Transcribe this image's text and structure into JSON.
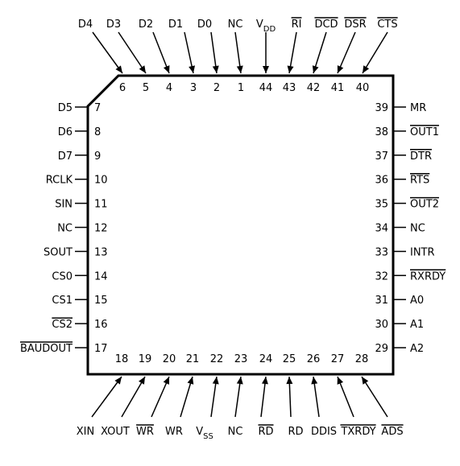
{
  "colors": {
    "line": "#000000",
    "background": "#ffffff"
  },
  "top_pins": [
    {
      "num": "6",
      "name": "D4",
      "overbar": false
    },
    {
      "num": "5",
      "name": "D3",
      "overbar": false
    },
    {
      "num": "4",
      "name": "D2",
      "overbar": false
    },
    {
      "num": "3",
      "name": "D1",
      "overbar": false
    },
    {
      "num": "2",
      "name": "D0",
      "overbar": false
    },
    {
      "num": "1",
      "name": "NC",
      "overbar": false
    },
    {
      "num": "44",
      "name": "V",
      "sub": "DD",
      "overbar": false
    },
    {
      "num": "43",
      "name": "RI",
      "overbar": true
    },
    {
      "num": "42",
      "name": "DCD",
      "overbar": true
    },
    {
      "num": "41",
      "name": "DSR",
      "overbar": true
    },
    {
      "num": "40",
      "name": "CTS",
      "overbar": true
    }
  ],
  "left_pins": [
    {
      "num": "7",
      "name": "D5",
      "overbar": false
    },
    {
      "num": "8",
      "name": "D6",
      "overbar": false
    },
    {
      "num": "9",
      "name": "D7",
      "overbar": false
    },
    {
      "num": "10",
      "name": "RCLK",
      "overbar": false
    },
    {
      "num": "11",
      "name": "SIN",
      "overbar": false
    },
    {
      "num": "12",
      "name": "NC",
      "overbar": false
    },
    {
      "num": "13",
      "name": "SOUT",
      "overbar": false
    },
    {
      "num": "14",
      "name": "CS0",
      "overbar": false
    },
    {
      "num": "15",
      "name": "CS1",
      "overbar": false
    },
    {
      "num": "16",
      "name": "CS2",
      "overbar": true
    },
    {
      "num": "17",
      "name": "BAUDOUT",
      "overbar": true
    }
  ],
  "right_pins": [
    {
      "num": "39",
      "name": "MR",
      "overbar": false
    },
    {
      "num": "38",
      "name": "OUT1",
      "overbar": true
    },
    {
      "num": "37",
      "name": "DTR",
      "overbar": true
    },
    {
      "num": "36",
      "name": "RTS",
      "overbar": true
    },
    {
      "num": "35",
      "name": "OUT2",
      "overbar": true
    },
    {
      "num": "34",
      "name": "NC",
      "overbar": false
    },
    {
      "num": "33",
      "name": "INTR",
      "overbar": false
    },
    {
      "num": "32",
      "name": "RXRDY",
      "overbar": true
    },
    {
      "num": "31",
      "name": "A0",
      "overbar": false
    },
    {
      "num": "30",
      "name": "A1",
      "overbar": false
    },
    {
      "num": "29",
      "name": "A2",
      "overbar": false
    }
  ],
  "bottom_pins": [
    {
      "num": "18",
      "name": "XIN",
      "overbar": false
    },
    {
      "num": "19",
      "name": "XOUT",
      "overbar": false
    },
    {
      "num": "20",
      "name": "WR",
      "overbar": true
    },
    {
      "num": "21",
      "name": "WR",
      "overbar": false
    },
    {
      "num": "22",
      "name": "V",
      "sub": "SS",
      "overbar": false
    },
    {
      "num": "23",
      "name": "NC",
      "overbar": false
    },
    {
      "num": "24",
      "name": "RD",
      "overbar": true
    },
    {
      "num": "25",
      "name": "RD",
      "overbar": false
    },
    {
      "num": "26",
      "name": "DDIS",
      "overbar": false
    },
    {
      "num": "27",
      "name": "TXRDY",
      "overbar": true
    },
    {
      "num": "28",
      "name": "ADS",
      "overbar": true
    }
  ]
}
